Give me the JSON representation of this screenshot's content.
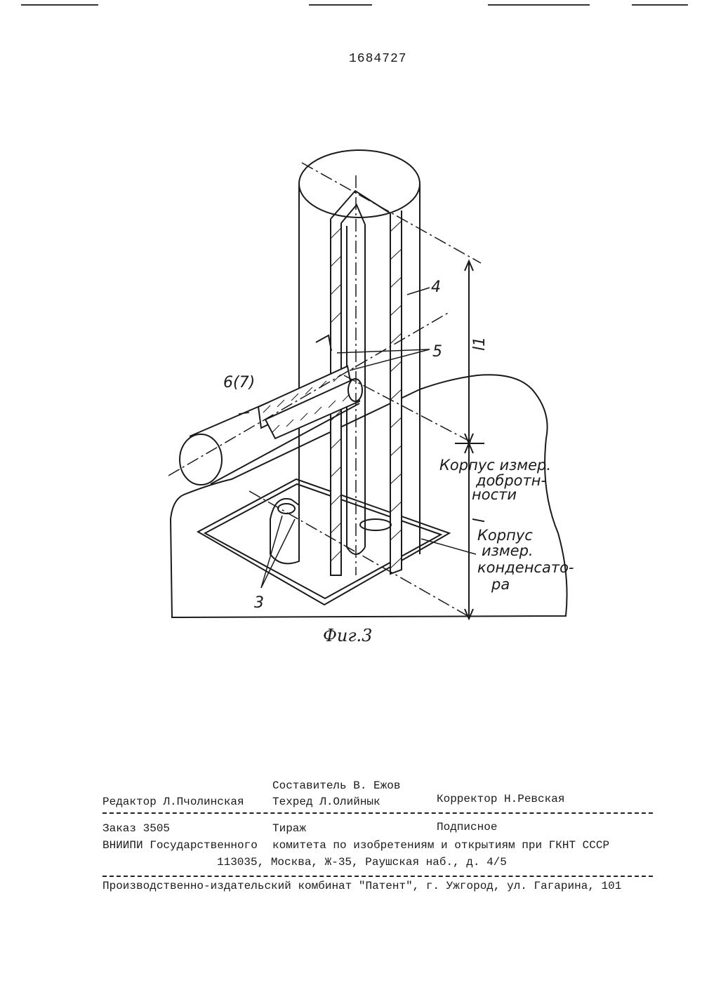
{
  "header": {
    "patent_number": "1684727"
  },
  "figure": {
    "caption": "Фиг.3",
    "callouts": {
      "c4": "4",
      "c5": "5",
      "c6": "6(7)",
      "c3": "3",
      "l1": "l1",
      "l": "l"
    },
    "label_q_line1": "Корпус измер.",
    "label_q_line2": "добротн-",
    "label_q_line3": "ности",
    "label_c_line1": "Корпус",
    "label_c_line2": "измер.",
    "label_c_line3": "конденсато-",
    "label_c_line4": "ра"
  },
  "imprint": {
    "compiler": "Составитель В. Ежов",
    "editor": "Редактор Л.Пчолинская",
    "techred": "Техред Л.Олийнык",
    "corrector": "Корректор Н.Ревская",
    "order": "Заказ 3505",
    "circulation": "Тираж",
    "subscription": "Подписное",
    "vniipi_left": "ВНИИПИ Государственного",
    "vniipi_right": "комитета по изобретениям и открытиям при ГКНТ СССР",
    "address": "113035, Москва, Ж-35, Раушская наб., д. 4/5",
    "publisher": "Производственно-издательский комбинат \"Патент\", г. Ужгород, ул. Гагарина, 101"
  }
}
